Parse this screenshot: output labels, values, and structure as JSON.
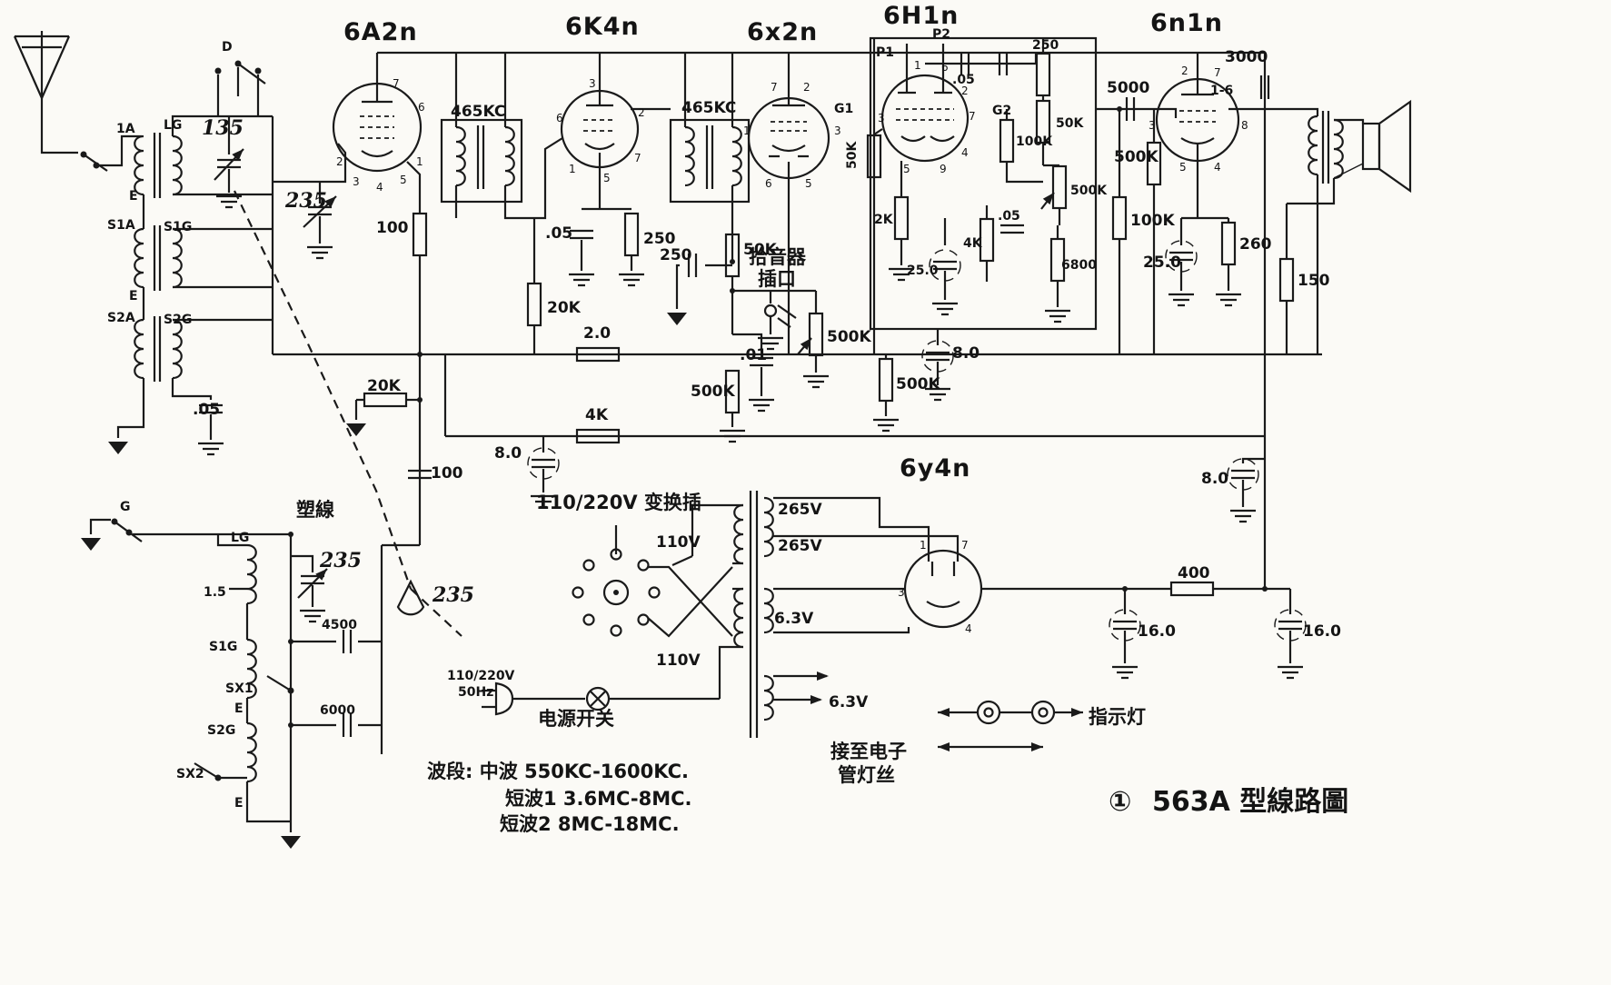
{
  "title": {
    "badge": "①",
    "text": "563A 型線路圖"
  },
  "tubes": {
    "v1": "6A2n",
    "v2": "6K4n",
    "v3": "6x2n",
    "v4": "6H1n",
    "v5": "6n1n",
    "v6": "6y4n"
  },
  "antenna": {
    "l1a": "1A",
    "lg": "LG",
    "trim": "135",
    "e1": "E",
    "s1a": "S1A",
    "s1g": "S1G",
    "e2": "E",
    "s2a": "S2A",
    "s2g": "S2G",
    "c05": ".05",
    "d": "D"
  },
  "stage1": {
    "gang": "235",
    "r100": "100",
    "if1": "465KC",
    "r20k": "20K",
    "c100": "100",
    "c8": "8.0",
    "r2": "2.0",
    "r4k": "4K"
  },
  "stage2": {
    "if2": "465KC",
    "c05": ".05",
    "r250": "250",
    "r20k": "20K"
  },
  "detector": {
    "c250": "250",
    "r50k": "50K",
    "jack1": "拾音器",
    "jack2": "插口",
    "c01": ".01",
    "r500k": "500K",
    "vol": "500K",
    "r500k2": "500K"
  },
  "stage4": {
    "p1": "P1",
    "p2": "P2",
    "c05a": ".05",
    "r250": "250",
    "r50k_top": "50K",
    "g1": "G1",
    "g2": "G2",
    "r100k": "100K",
    "pot500k": "500K",
    "r50k": "50K",
    "r2k": "2K",
    "c25": "25.0",
    "r4k": "4K",
    "c05b": ".05",
    "r6800": "6800",
    "c8": "8.0",
    "r100k2": "100K",
    "c5000": "5000"
  },
  "stage5": {
    "r500k": "500K",
    "c3000": "3000",
    "pins": "1-6",
    "c25": "25.0",
    "r260": "260",
    "r150": "150",
    "c8": "8.0"
  },
  "power": {
    "changeover": "110/220V 变换插",
    "v110a": "110V",
    "v110b": "110V",
    "mains": "110/220V",
    "hz": "50Hz",
    "switch_label": "电源开关",
    "v265a": "265V",
    "v265b": "265V",
    "v63a": "6.3V",
    "v63b": "6.3V",
    "r400": "400",
    "c16a": "16.0",
    "c16b": "16.0",
    "fil1": "接至电子",
    "fil2": "管灯丝",
    "pilot": "指示灯"
  },
  "bandswitch": {
    "note": "塑線",
    "g": "G",
    "lg": "LG",
    "trim": "235",
    "tap": "1.5",
    "c4500": "4500",
    "s1g": "S1G",
    "sx1": "SX1",
    "e1": "E",
    "s2g": "S2G",
    "c6000": "6000",
    "sx2": "SX2",
    "e2": "E",
    "gang": "235"
  },
  "bands": {
    "line1": "波段: 中波 550KC-1600KC.",
    "line2": "短波1 3.6MC-8MC.",
    "line3": "短波2 8MC-18MC."
  },
  "pins": {
    "v1": [
      "2",
      "3",
      "4",
      "5",
      "1",
      "6",
      "7"
    ],
    "v2": [
      "3",
      "6",
      "1",
      "7",
      "2",
      "5"
    ],
    "v3": [
      "7",
      "2",
      "1",
      "3",
      "6",
      "5"
    ],
    "v4": [
      "1",
      "6",
      "2",
      "7",
      "3",
      "9",
      "4",
      "5"
    ],
    "v5": [
      "2",
      "7",
      "3",
      "8",
      "4",
      "5"
    ],
    "v6": [
      "1",
      "7",
      "3",
      "4"
    ]
  }
}
